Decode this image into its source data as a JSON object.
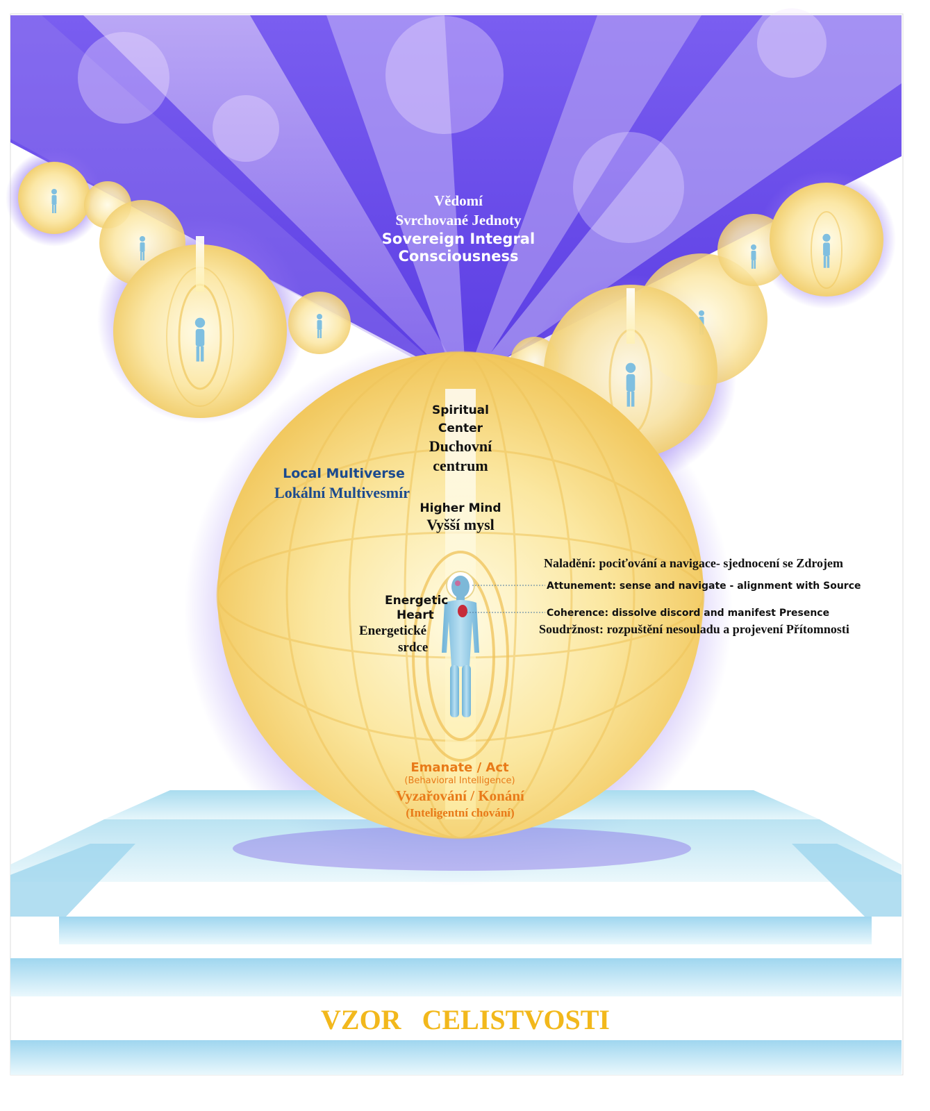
{
  "top_heading": {
    "line1": "Vědomí",
    "line2": "Svrchované Jednoty",
    "line3": "Sovereign Integral",
    "line4": "Consciousness"
  },
  "spiritual_center": {
    "en_line1": "Spiritual",
    "en_line2": "Center",
    "cz_line1": "Duchovní",
    "cz_line2": "centrum"
  },
  "local_multiverse": {
    "en": "Local Multiverse",
    "cz": "Lokální Multivesmír"
  },
  "higher_mind": {
    "en": "Higher Mind",
    "cz": "Vyšší mysl"
  },
  "energetic_heart": {
    "en_line1": "Energetic",
    "en_line2": "Heart",
    "cz_line1": "Energetické",
    "cz_line2": "srdce"
  },
  "attunement": {
    "cz": "Naladění: pociťování a navigace- sjednocení se Zdrojem",
    "en": "Attunement: sense and navigate  - alignment with Source"
  },
  "coherence": {
    "en": "Coherence: dissolve discord and manifest Presence",
    "cz": "Soudržnost: rozpuštění nesouladu a projevení Přítomnosti"
  },
  "emanate": {
    "en": "Emanate / Act",
    "en_sub": "(Behavioral Intelligence)",
    "cz": "Vyzařování / Konání",
    "cz_sub": "(Inteligentní chování)"
  },
  "footer_title": "VZOR   CELISTVOSTI",
  "colors": {
    "purple_deep": "#5a3fe0",
    "purple_light": "#b7a4f2",
    "sphere_yellow": "#f6d676",
    "sphere_light": "#fff6c8",
    "platform_blue": "#bfe6f2",
    "title_gold": "#f2b81c",
    "label_blue": "#1b4a8e",
    "label_orange": "#e87a18"
  }
}
